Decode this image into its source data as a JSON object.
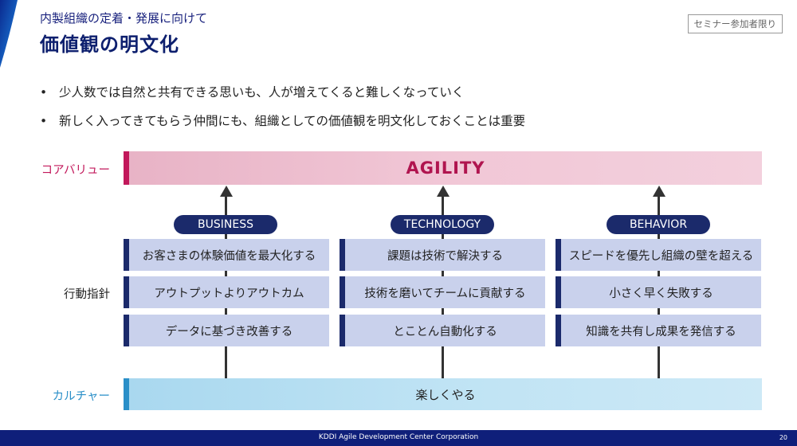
{
  "header": {
    "subtitle": "内製組織の定着・発展に向けて",
    "title": "価値観の明文化",
    "badge": "セミナー参加者限り"
  },
  "bullets": [
    "少人数では自然と共有できる思いも、人が増えてくると難しくなっていく",
    "新しく入ってきてもらう仲間にも、組織としての価値観を明文化しておくことは重要"
  ],
  "rows": {
    "core_value_label": "コアバリュー",
    "action_label": "行動指針",
    "culture_label": "カルチャー"
  },
  "core_value": "AGILITY",
  "culture": "楽しくやる",
  "columns": [
    {
      "name": "BUSINESS",
      "items": [
        "お客さまの体験価値を最大化する",
        "アウトプットよりアウトカム",
        "データに基づき改善する"
      ]
    },
    {
      "name": "TECHNOLOGY",
      "items": [
        "課題は技術で解決する",
        "技術を磨いてチームに貢献する",
        "とことん自動化する"
      ]
    },
    {
      "name": "BEHAVIOR",
      "items": [
        "スピードを優先し組織の壁を超える",
        "小さく早く失敗する",
        "知識を共有し成果を発信する"
      ]
    }
  ],
  "footer": {
    "company": "KDDI Agile Development Center Corporation",
    "page": "20"
  },
  "colors": {
    "navy": "#1b2a6b",
    "core_accent": "#c2185b",
    "culture_accent": "#2a8fc8"
  }
}
